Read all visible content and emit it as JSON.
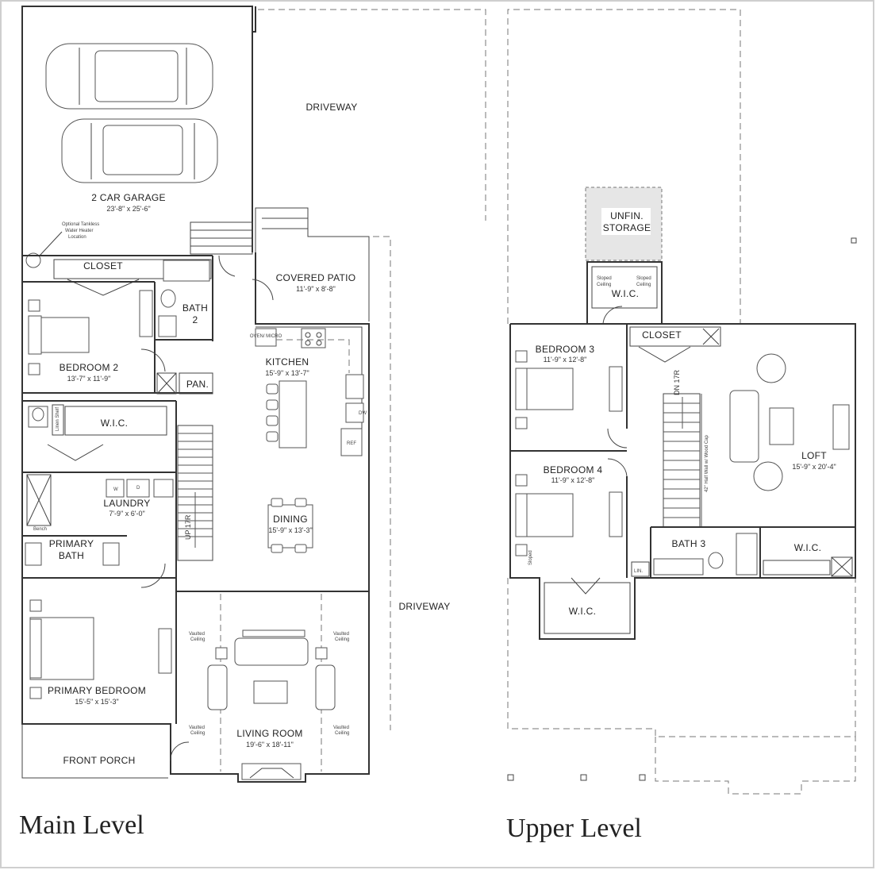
{
  "main_level": {
    "title": "Main Level",
    "rooms": {
      "garage": {
        "name": "2 CAR GARAGE",
        "dim": "23'-8\" x 25'-6\""
      },
      "heater_note": [
        "Optional Tankless",
        "Water Heater",
        "Location"
      ],
      "driveway_top": "DRIVEWAY",
      "driveway_side": "DRIVEWAY",
      "closet": "CLOSET",
      "covered_patio": {
        "name": "COVERED PATIO",
        "dim": "11'-9\" x 8'-8\""
      },
      "bath2": {
        "name": "BATH",
        "num": "2"
      },
      "oven": "OVEN/ MICRO",
      "bedroom2": {
        "name": "BEDROOM 2",
        "dim": "13'-7\" x 11'-9\""
      },
      "kitchen": {
        "name": "KITCHEN",
        "dim": "15'-9\" x 13'-7\""
      },
      "pantry": "PAN.",
      "dw": "DW",
      "ref": "REF",
      "linen": "Linen Shelf",
      "wic": "W.I.C.",
      "laundry": {
        "name": "LAUNDRY",
        "dim": "7'-9\" x 6'-0\""
      },
      "washer": "W",
      "dryer": "D",
      "stair": "UP 17R",
      "dining": {
        "name": "DINING",
        "dim": "15'-9\" x 13'-3\""
      },
      "bench": "Bench",
      "primary_bath": {
        "name": "PRIMARY",
        "name2": "BATH"
      },
      "primary_bedroom": {
        "name": "PRIMARY BEDROOM",
        "dim": "15'-5\" x 15'-3\""
      },
      "living_room": {
        "name": "LIVING ROOM",
        "dim": "19'-6\" x 18'-11\""
      },
      "vaulted": [
        "Vaulted",
        "Ceiling"
      ],
      "front_porch": "FRONT PORCH"
    }
  },
  "upper_level": {
    "title": "Upper Level",
    "rooms": {
      "unfin_storage": {
        "l1": "UNFIN.",
        "l2": "STORAGE"
      },
      "sloped": [
        "Sloped",
        "Ceiling"
      ],
      "wic_top": "W.I.C.",
      "bedroom3": {
        "name": "BEDROOM 3",
        "dim": "11'-9\" x 12'-8\""
      },
      "closet": "CLOSET",
      "stair": "DN 17R",
      "half_wall": "42\" Half Wall w/ Wood Cap",
      "loft": {
        "name": "LOFT",
        "dim": "15'-9\" x 20'-4\""
      },
      "bedroom4": {
        "name": "BEDROOM 4",
        "dim": "11'-9\" x 12'-8\""
      },
      "bath3": "BATH 3",
      "lin": "LIN.",
      "wic_right": "W.I.C.",
      "wic_bottom": "W.I.C."
    }
  },
  "colors": {
    "line": "#333333",
    "dashed": "#777777",
    "background": "#ffffff"
  }
}
